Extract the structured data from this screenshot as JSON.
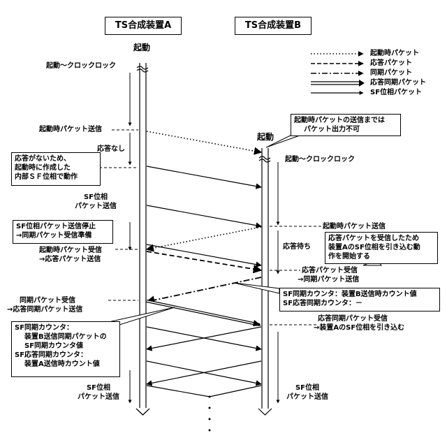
{
  "headers": {
    "device_a": "TS合成装置A",
    "device_b": "TS合成装置B"
  },
  "legend": [
    {
      "label": "起動時パケット",
      "style": "dotted"
    },
    {
      "label": "応答パケット",
      "style": "dashed"
    },
    {
      "label": "同期パケット",
      "style": "dashdot"
    },
    {
      "label": "応答同期パケット",
      "style": "double"
    },
    {
      "label": "SF位相パケット",
      "style": "solid"
    }
  ],
  "device_a": {
    "startup": "起動",
    "clock_lock": "起動～クロックロック",
    "startup_send": "起動時パケット送信",
    "no_response": "応答なし",
    "sf_phase_send": [
      "SF位相",
      "パケット送信"
    ],
    "startup_recv": [
      "起動時パケット受信",
      "→応答パケット送信"
    ],
    "sync_recv": [
      "同期パケット受信",
      "→応答同期パケット送信"
    ],
    "sf_phase_send_end": [
      "SF位相",
      "パケット送信"
    ]
  },
  "device_b": {
    "startup": "起動",
    "clock_lock": "起動～クロックロック",
    "startup_send": "起動時パケット送信",
    "waiting": "応答待ち",
    "response_recv": [
      "応答パケット受信",
      "→同期パケット送信"
    ],
    "resp_sync_recv": [
      "応答同期パケット受信",
      "→装置AのSF位相を引き込む"
    ],
    "sf_phase_send_end": [
      "SF位相",
      "パケット送信"
    ]
  },
  "notes": {
    "no_response_internal": [
      "応答がないため、",
      "起動時に作成した",
      "内部ＳＦ位相で動作"
    ],
    "stop_sf": [
      "SF位相パケット送信停止",
      "→同期パケット受信準備"
    ],
    "b_no_output": [
      "起動時パケットの送信までは",
      "パケット出力不可"
    ],
    "b_pull_in": [
      "応答パケットを受信したため",
      "装置AのSF位相を引き込む動",
      "作を開始する"
    ],
    "b_counters": [
      "SF同期カウンタ：装置B送信時カウント値",
      "SF応答同期カウンタ：－"
    ],
    "a_counters": [
      "SF同期カウンタ：",
      "装置B送信同期パケットの",
      "SF同期カウンタ値",
      "SF応答同期カウンタ：",
      "装置A送信時カウント値"
    ]
  }
}
